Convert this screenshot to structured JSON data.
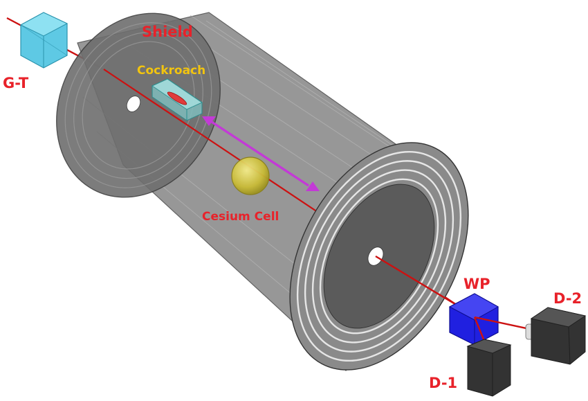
{
  "labels": {
    "shield": "Shield",
    "cockroach": "Cockroach",
    "gt": "G-T",
    "cesium_cell": "Cesium Cell",
    "wp": "WP",
    "d1": "D-1",
    "d2": "D-2"
  },
  "colors": {
    "label_red": "#e8222a",
    "label_yellow": "#f2c40f",
    "laser": "#cc1111",
    "shield_body": "#8e8e8e",
    "cube_gt": "#4fc3e0",
    "cube_wp": "#1a1adf",
    "detector": "#3a3a3a",
    "arrow": "#c33ad6",
    "cesium": "#cfc23a"
  },
  "icons": {
    "gt": "cube-icon",
    "wp": "cube-icon",
    "detectors": "detector-box-icon",
    "movement": "double-arrow-icon"
  }
}
